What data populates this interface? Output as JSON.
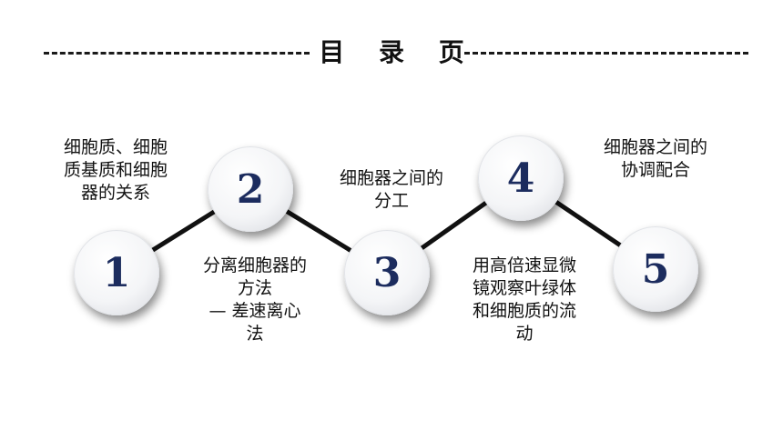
{
  "title": "目 录 页",
  "steps": [
    {
      "num": "1",
      "text": "细胞质、细胞\n质基质和细胞\n器的关系"
    },
    {
      "num": "2",
      "text": "分离细胞器的\n方法\n— 差速离心\n法"
    },
    {
      "num": "3",
      "text": "细胞器之间的\n分工"
    },
    {
      "num": "4",
      "text": "用高倍速显微\n镜观察叶绿体\n和细胞质的流\n动"
    },
    {
      "num": "5",
      "text": "细胞器之间的\n协调配合"
    }
  ],
  "colors": {
    "number": "#1c2c5e",
    "line": "#111111"
  }
}
